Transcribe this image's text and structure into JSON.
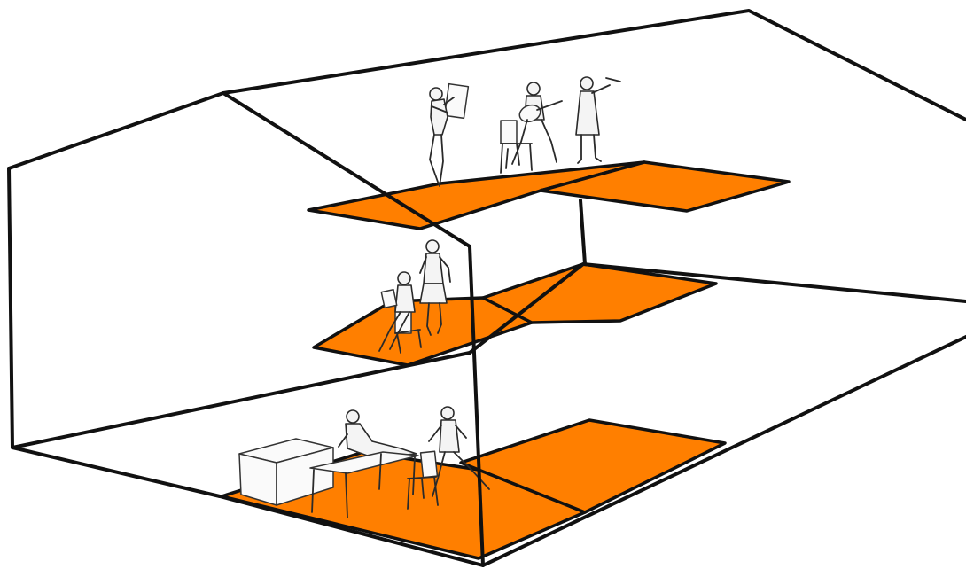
{
  "scene": {
    "platform_color": "#ff7f00",
    "line_color": "#111111",
    "background": "#ffffff",
    "levels": [
      {
        "name": "upper",
        "figures": [
          "figure-carrying-box",
          "guitarist",
          "violinist"
        ],
        "props": [
          "chair"
        ]
      },
      {
        "name": "middle",
        "figures": [
          "seated-reader",
          "standing-woman"
        ],
        "props": [
          "chair"
        ]
      },
      {
        "name": "ground",
        "figures": [
          "reclining-figure",
          "figure-holding-chair"
        ],
        "props": [
          "crate",
          "table",
          "chair"
        ]
      }
    ]
  }
}
